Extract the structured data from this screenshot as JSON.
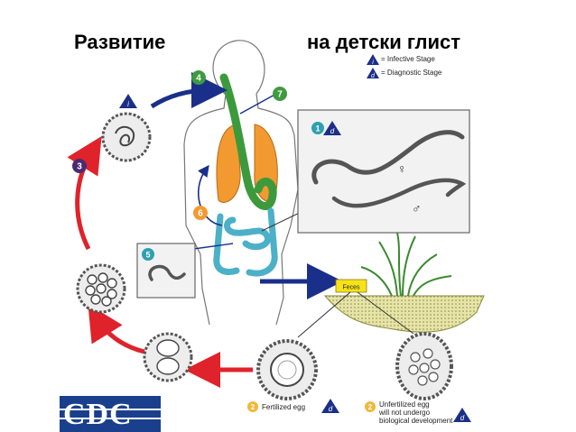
{
  "title": {
    "left": "Развитие",
    "right": "на детски глист"
  },
  "legend": {
    "infective": {
      "symbol": "i",
      "label": "= Infective Stage"
    },
    "diagnostic": {
      "symbol": "d",
      "label": "= Diagnostic Stage"
    }
  },
  "steps": {
    "s1": "1",
    "s2a": "2",
    "s2b": "2",
    "s3": "3",
    "s4": "4",
    "s5": "5",
    "s6": "6",
    "s7": "7"
  },
  "markers": {
    "i": "i",
    "d": "d"
  },
  "labels": {
    "feces": "Feces",
    "fertilized_egg": "Fertilized egg",
    "unfertilized_egg_lines": [
      "Unfertilized egg",
      "will not undergo",
      "biological development"
    ],
    "female": "♀",
    "male": "♂"
  },
  "logo": {
    "text": "CDC"
  },
  "colors": {
    "arrow_red": "#e0222a",
    "arrow_blue": "#1a2f8a",
    "lungs": "#f29a30",
    "intestine": "#4bb0c8",
    "esophagus": "#3d9a3c",
    "infective_marker": "#1c2f88",
    "step_green": "#3f9b40",
    "step_purple": "#4b2a74",
    "step_orange": "#f29a30",
    "step_teal": "#2fa0b2",
    "step_yellow": "#f0b83a",
    "logo_blue": "#1a3f8c"
  }
}
